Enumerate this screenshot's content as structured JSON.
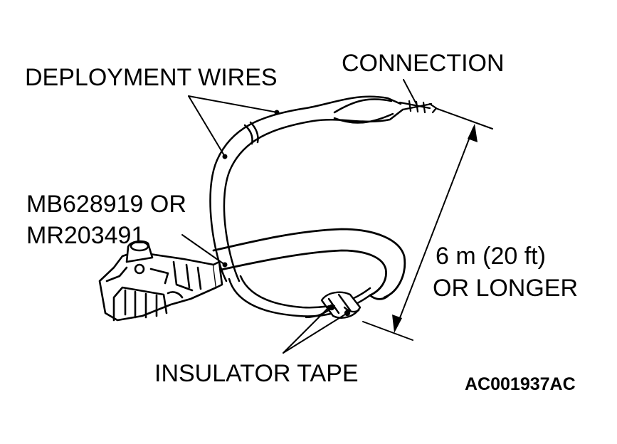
{
  "labels": {
    "deployment_wires": "DEPLOYMENT WIRES",
    "connection": "CONNECTION",
    "part_number_line1": "MB628919 OR",
    "part_number_line2": "MR203491",
    "length_line1": "6 m (20 ft)",
    "length_line2": "OR LONGER",
    "insulator_tape": "INSULATOR TAPE",
    "figure_code": "AC001937AC"
  },
  "colors": {
    "ink": "#000000",
    "background": "#ffffff"
  }
}
